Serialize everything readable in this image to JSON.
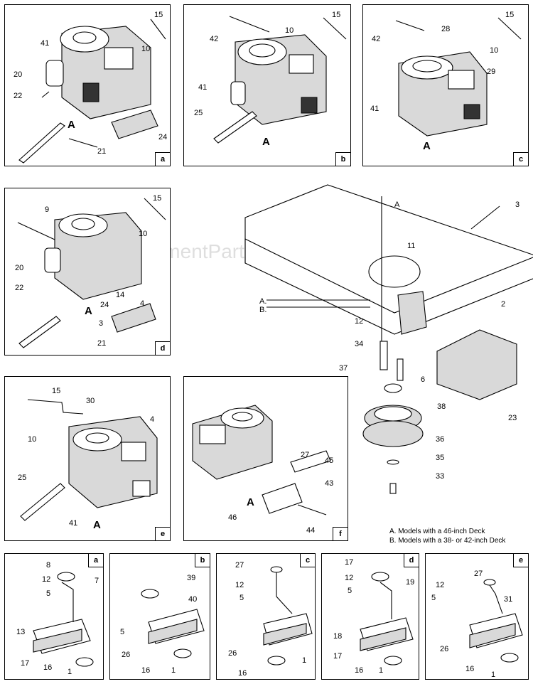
{
  "watermark": "eReplacementParts.com",
  "panels": {
    "a": {
      "tag": "a",
      "labels": [
        "15",
        "41",
        "10",
        "20",
        "22",
        "A",
        "24",
        "21"
      ]
    },
    "b": {
      "tag": "b",
      "labels": [
        "42",
        "15",
        "10",
        "41",
        "25",
        "A"
      ]
    },
    "c": {
      "tag": "c",
      "labels": [
        "15",
        "42",
        "28",
        "10",
        "29",
        "41",
        "A"
      ]
    },
    "d": {
      "tag": "d",
      "labels": [
        "15",
        "9",
        "10",
        "20",
        "22",
        "14",
        "4",
        "24",
        "A",
        "3",
        "21"
      ]
    },
    "e": {
      "tag": "e",
      "labels": [
        "15",
        "30",
        "4",
        "10",
        "25",
        "41",
        "A"
      ]
    },
    "f": {
      "tag": "f",
      "labels": [
        "27",
        "45",
        "43",
        "46",
        "A",
        "44"
      ]
    },
    "main": {
      "labels": [
        "A",
        "3",
        "11",
        "A.",
        "B.",
        "2",
        "12",
        "34",
        "37",
        "6",
        "38",
        "23",
        "36",
        "35",
        "33"
      ]
    },
    "ma": {
      "tag": "a",
      "labels": [
        "8",
        "12",
        "7",
        "5",
        "13",
        "17",
        "16",
        "1"
      ]
    },
    "mb": {
      "tag": "b",
      "labels": [
        "39",
        "40",
        "5",
        "26",
        "16",
        "1"
      ]
    },
    "mc": {
      "tag": "c",
      "labels": [
        "27",
        "12",
        "5",
        "26",
        "16",
        "1"
      ]
    },
    "md": {
      "tag": "d",
      "labels": [
        "17",
        "12",
        "19",
        "5",
        "18",
        "17",
        "16",
        "1"
      ]
    },
    "me": {
      "tag": "e",
      "labels": [
        "27",
        "12",
        "31",
        "5",
        "26",
        "16",
        "1"
      ]
    }
  },
  "notes": {
    "a": "A. Models with a 46-inch Deck",
    "b": "B. Models with a 38- or 42-inch Deck"
  }
}
